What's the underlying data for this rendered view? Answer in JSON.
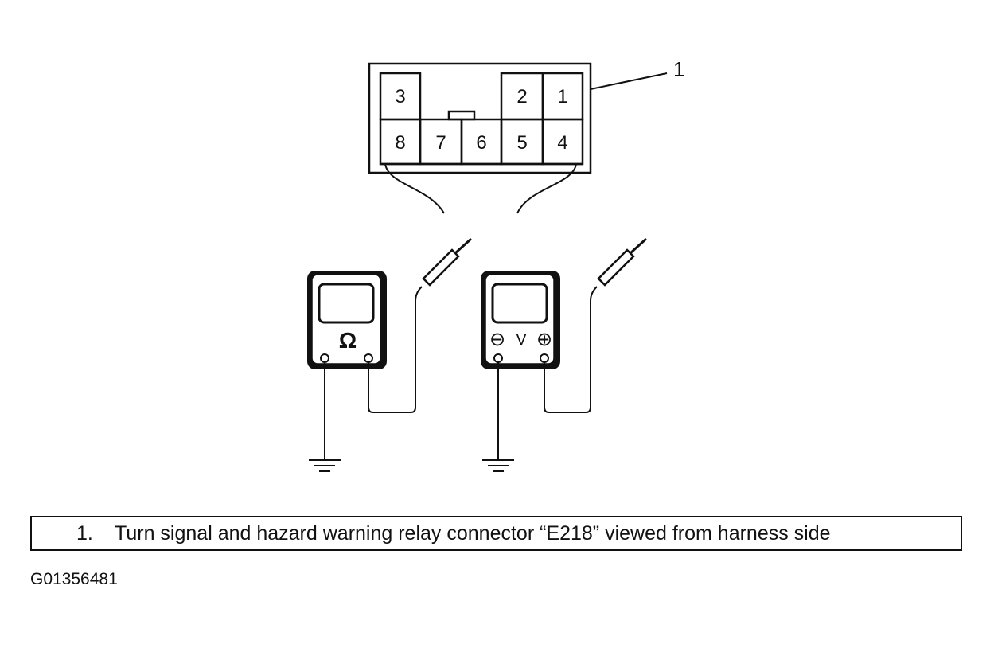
{
  "connector": {
    "callout": "1",
    "pins": {
      "p1": "1",
      "p2": "2",
      "p3": "3",
      "p4": "4",
      "p5": "5",
      "p6": "6",
      "p7": "7",
      "p8": "8"
    }
  },
  "meters": {
    "ohmmeter_symbol": "Ω",
    "voltmeter_symbol": "V",
    "minus_symbol": "⊖",
    "plus_symbol": "⊕"
  },
  "caption": {
    "number": "1.",
    "text": "Turn signal and hazard warning relay connector “E218” viewed from harness side"
  },
  "figure_id": "G01356481",
  "colors": {
    "line": "#111111",
    "background": "#ffffff"
  }
}
